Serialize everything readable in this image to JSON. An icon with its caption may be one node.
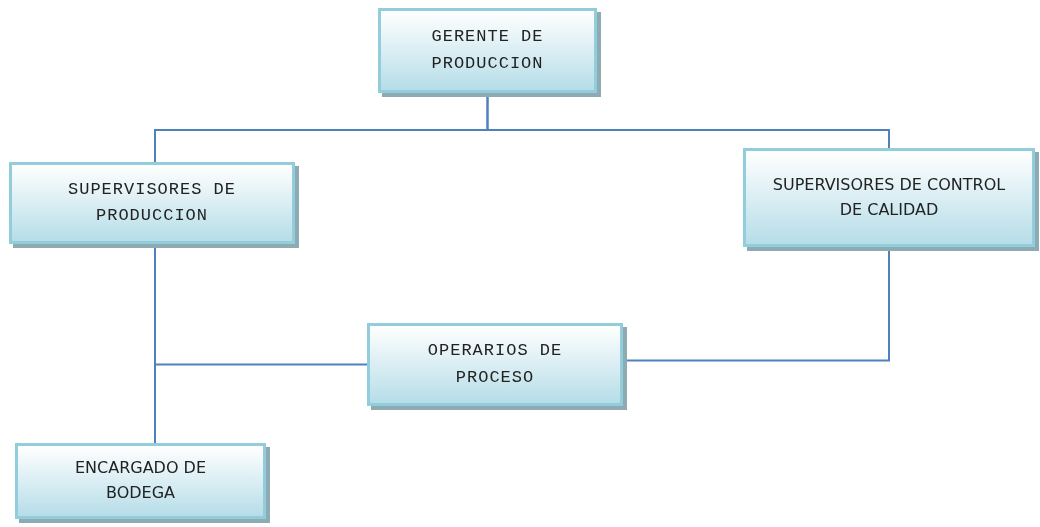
{
  "diagram": {
    "nodes": [
      {
        "text": [
          "GERENTE DE PRODUCCION"
        ]
      },
      {
        "text": [
          "SUPERVISORES DE PRODUCCION"
        ]
      },
      {
        "text": [
          "SUPERVISORES DE CONTROL DE CALIDAD"
        ]
      },
      {
        "text": [
          "OPERARIOS DE PROCESO"
        ]
      },
      {
        "text": [
          "ENCARGADO DE BODEGA"
        ]
      }
    ],
    "edges": [
      {
        "from": 0,
        "to": 1,
        "arrow": "none"
      },
      {
        "from": 0,
        "to": 2,
        "arrow": "none"
      },
      {
        "from": 1,
        "to": 3,
        "arrow": "none"
      },
      {
        "from": 2,
        "to": 3,
        "arrow": "none"
      },
      {
        "from": 1,
        "to": 4,
        "arrow": "none"
      }
    ]
  }
}
